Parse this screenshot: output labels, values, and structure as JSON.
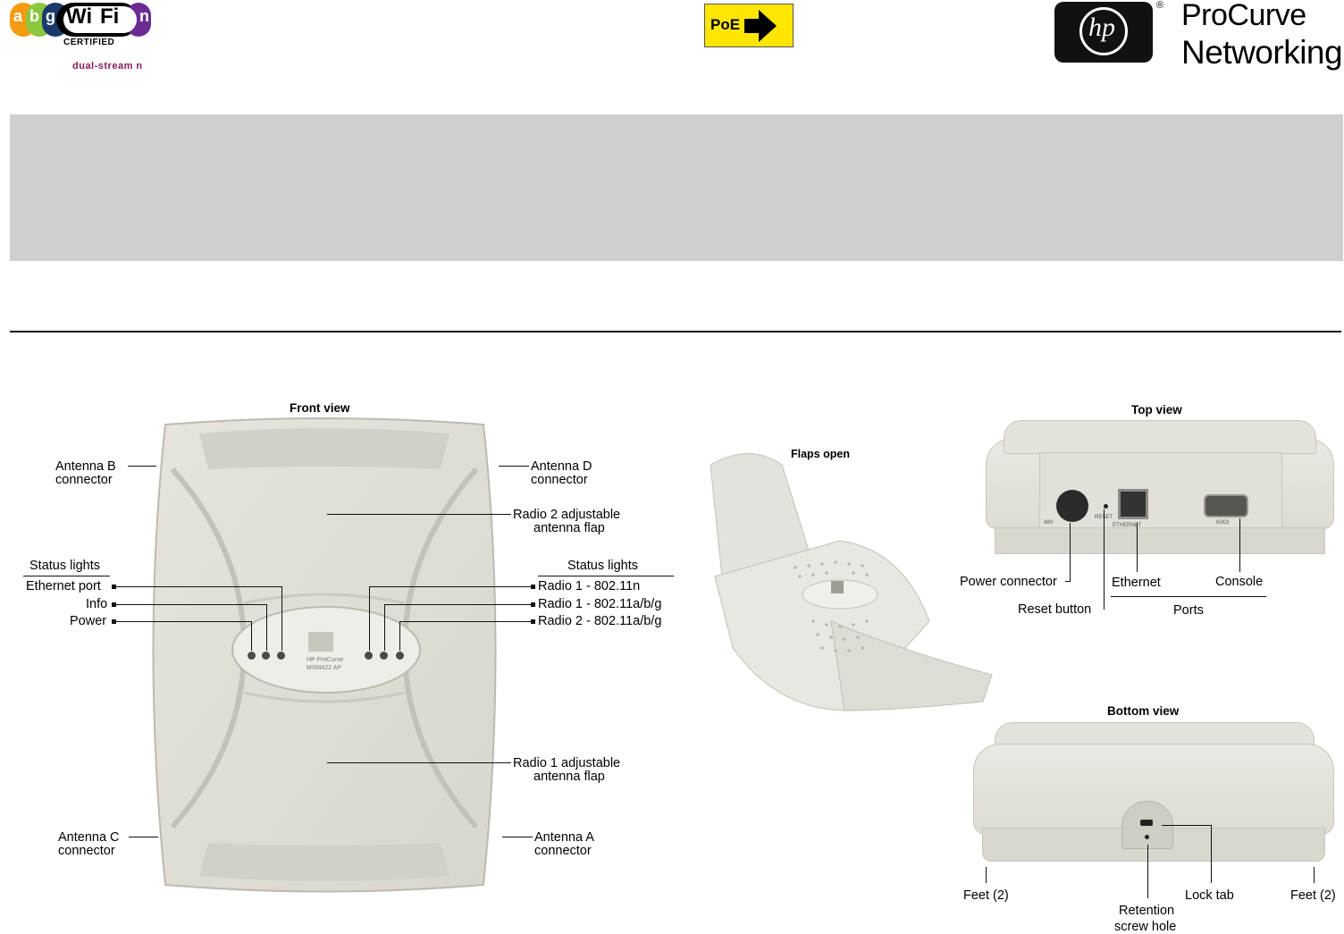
{
  "header": {
    "wifi_logo": {
      "letters": [
        "a",
        "b",
        "g",
        "Wi",
        "Fi",
        "n"
      ],
      "certified": "CERTIFIED",
      "tagline": "dual-stream n",
      "colors": [
        "#f39c12",
        "#8dc63f",
        "#1b3a6b",
        "#000000",
        "#6a2c91"
      ]
    },
    "poe_logo": {
      "text": "PoE",
      "color": "#ffe600"
    },
    "hp_logo": {
      "mark": "hp",
      "brand_line1": "ProCurve",
      "brand_line2": "Networking",
      "registered": "®"
    }
  },
  "front_view": {
    "title": "Front view",
    "antenna_b": [
      "Antenna B",
      "connector"
    ],
    "antenna_d": [
      "Antenna D",
      "connector"
    ],
    "antenna_c": [
      "Antenna C",
      "connector"
    ],
    "antenna_a": [
      "Antenna A",
      "connector"
    ],
    "radio2_flap": [
      "Radio 2 adjustable",
      "antenna flap"
    ],
    "radio1_flap": [
      "Radio 1 adjustable",
      "antenna flap"
    ],
    "status_left": {
      "heading": "Status lights",
      "items": [
        "Ethernet port",
        "Info",
        "Power"
      ]
    },
    "status_right": {
      "heading": "Status lights",
      "items": [
        "Radio 1 - 802.11n",
        "Radio 1 - 802.11a/b/g",
        "Radio 2 - 802.11a/b/g"
      ]
    },
    "device_label": [
      "HP ProCurve",
      "MSM422 AP"
    ]
  },
  "flaps_open": {
    "title": "Flaps open"
  },
  "top_view": {
    "title": "Top view",
    "labels": {
      "power": "Power connector",
      "reset": "Reset button",
      "ethernet": "Ethernet",
      "console": "Console",
      "ports": "Ports"
    },
    "port_marks": [
      "48V",
      "RESET",
      "ETHERNET",
      "IOIOI"
    ]
  },
  "bottom_view": {
    "title": "Bottom view",
    "labels": {
      "feet_left": "Feet (2)",
      "feet_right": "Feet (2)",
      "lock_tab": "Lock tab",
      "retention": [
        "Retention",
        "screw hole"
      ]
    }
  }
}
